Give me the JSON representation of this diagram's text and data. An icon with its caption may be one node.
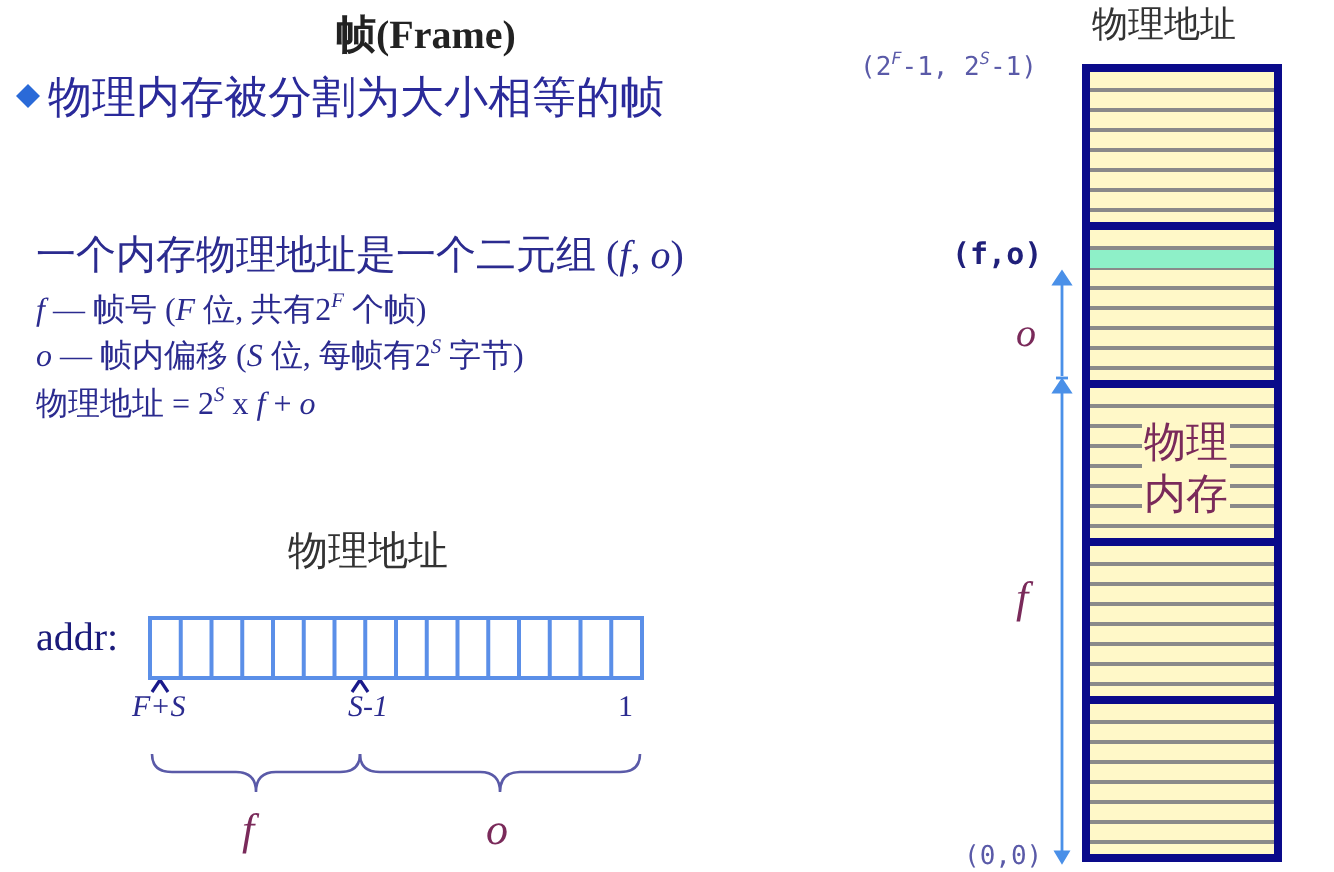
{
  "diagram": {
    "title": "帧(Frame)",
    "nodes": [
      {
        "text": [
          "物理地址"
        ]
      },
      {
        "text": [],
        "shape": "box",
        "in": 0
      },
      {
        "text": [],
        "shape": "box",
        "in": 0
      },
      {
        "text": [
          "物理内存"
        ],
        "in": 0
      },
      {
        "text": [],
        "shape": "box",
        "in": 0
      },
      {
        "text": [],
        "shape": "box",
        "in": 0
      },
      {
        "text": [
          "物理地址"
        ],
        "beside": [
          "addr:"
        ]
      }
    ],
    "labels": [
      "物理内存被分割为大小相等的帧",
      "(2$^{F}$-1, 2$^{S}$-1)",
      "一个内存物理地址是一个二元组 (*f*, *o*)",
      "(f,o)",
      "*f* — 帧号 (*F* 位, 共有2$^{F}$ 个帧)",
      "*o* — 帧内偏移 (*S* 位, 每帧有2$^{S}$ 字节)",
      "o",
      "物理地址 = 2$^{S}$ x *f*  +  *o*",
      "f",
      "F+S",
      "S-1",
      "1",
      "f",
      "o",
      "(0,0)"
    ]
  }
}
